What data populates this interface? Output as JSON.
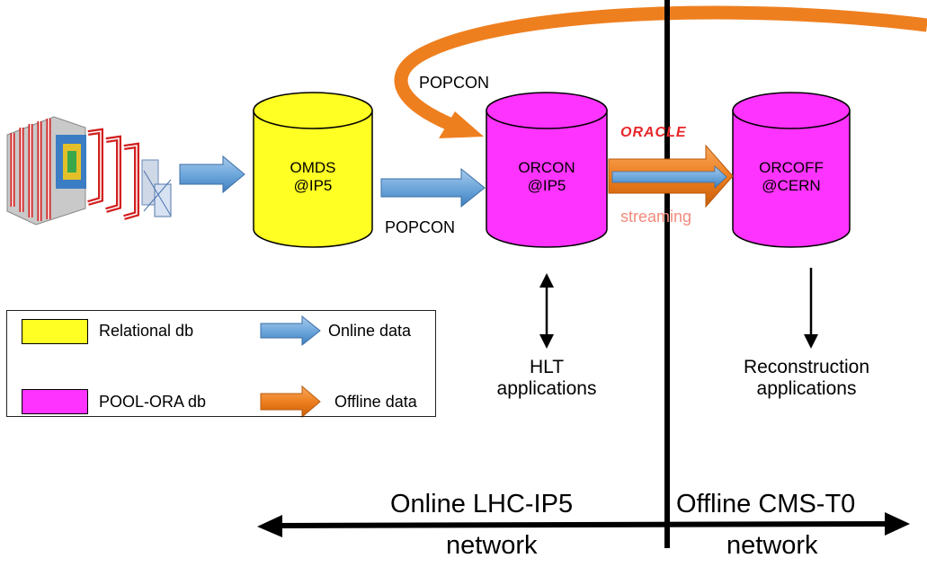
{
  "colors": {
    "relational": "#ffff24",
    "pool_ora": "#ff33ff",
    "online_arrow": "#6fa8dc",
    "offline_arrow": "#ee7f1f",
    "streaming_text": "#f28b7c",
    "oracle_logo": "#e8262a"
  },
  "nodes": {
    "omds": {
      "line1": "OMDS",
      "line2": "@IP5"
    },
    "orcon": {
      "line1": "ORCON",
      "line2": "@IP5"
    },
    "orcoff": {
      "line1": "ORCOFF",
      "line2": "@CERN"
    }
  },
  "edge_labels": {
    "popcon_top": "POPCON",
    "popcon_bottom": "POPCON",
    "oracle": "ORACLE",
    "streaming": "streaming"
  },
  "applications": {
    "hlt": {
      "line1": "HLT",
      "line2": "applications"
    },
    "reconstruction": {
      "line1": "Reconstruction",
      "line2": "applications"
    }
  },
  "networks": {
    "online": {
      "line1": "Online LHC-IP5",
      "line2": "network"
    },
    "offline": {
      "line1": "Offline CMS-T0",
      "line2": "network"
    }
  },
  "legend": {
    "relational": "Relational db",
    "pool_ora": "POOL-ORA db",
    "online_data": "Online data",
    "offline_data": "Offline data"
  },
  "detector_image": "cms-detector"
}
